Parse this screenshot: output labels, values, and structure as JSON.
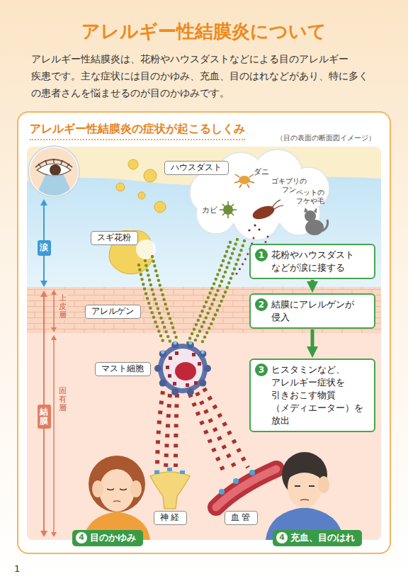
{
  "diagram": {
    "title": "アレルギー性結膜炎について",
    "nodes": [
      {
        "text": [
          "アレルギー性結膜炎の症状が起こるしくみ"
        ]
      },
      {
        "text": [
          "ハウスダスト"
        ],
        "in": 0
      },
      {
        "text": [
          "スギ花粉"
        ],
        "in": 0
      },
      {
        "text": [
          "涙"
        ],
        "in": 0
      },
      {
        "text": [
          "1",
          "花粉やハウスダスト などが涙に接する"
        ],
        "in": 0
      },
      {
        "text": [
          "アレルゲン"
        ],
        "in": 0
      },
      {
        "text": [
          "2",
          "結膜にアレルゲンが 侵入"
        ],
        "in": 0
      },
      {
        "text": [
          "マスト細胞"
        ],
        "in": 0
      },
      {
        "text": [
          "結膜"
        ],
        "in": 0
      },
      {
        "text": [
          "3",
          "ヒスタミンなど、 アレルギー症状を 引きおこす物質 （メディエーター）を 放出"
        ],
        "in": 0
      },
      {
        "text": [
          "神 経"
        ],
        "in": 0
      },
      {
        "text": [
          "血 管"
        ],
        "in": 0
      },
      {
        "text": [
          "4",
          "目のかゆみ"
        ],
        "in": 0
      },
      {
        "text": [
          "4",
          "充血、目のはれ"
        ],
        "in": 0
      }
    ],
    "edges": [
      {
        "from": 4,
        "to": 6,
        "arrow": "to"
      },
      {
        "from": 6,
        "to": 9,
        "arrow": "to"
      }
    ],
    "labels": [
      "アレルギー性結膜炎は、花粉やハウスダストなどによる目のアレルギー 疾患です。主な症状には目のかゆみ、充血、目のはれなどがあり、特に多く の患者さんを悩ませるのが目のかゆみです。",
      "（目の表面の断面図イメージ）",
      "ダニ",
      "ゴキブリの フン",
      "ペットの フケや毛",
      "カビ",
      "上皮層",
      "固有層",
      "1"
    ]
  }
}
